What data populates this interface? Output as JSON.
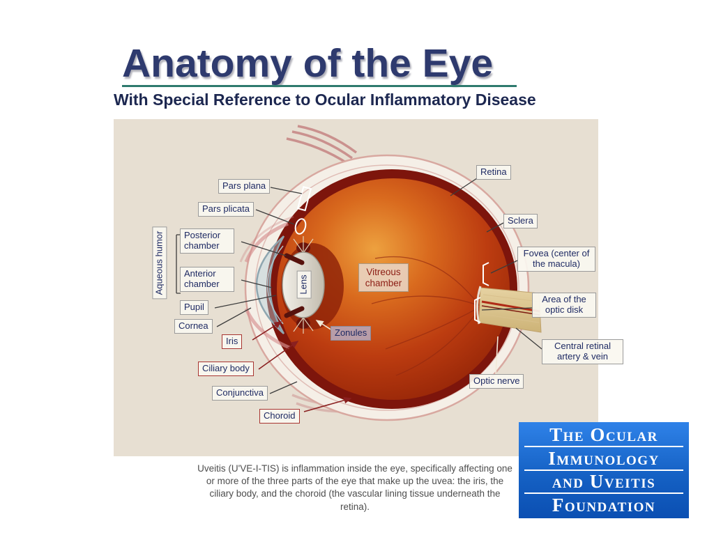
{
  "header": {
    "title": "Anatomy of the Eye",
    "subtitle": "With Special Reference to Ocular Inflammatory Disease"
  },
  "labels": {
    "pars_plana": "Pars plana",
    "pars_plicata": "Pars plicata",
    "posterior_chamber": "Posterior chamber",
    "anterior_chamber": "Anterior chamber",
    "aqueous_humor": "Aqueous humor",
    "pupil": "Pupil",
    "cornea": "Cornea",
    "iris": "Iris",
    "ciliary_body": "Ciliary body",
    "conjunctiva": "Conjunctiva",
    "choroid": "Choroid",
    "lens": "Lens",
    "vitreous_chamber": "Vitreous chamber",
    "zonules": "Zonules",
    "retina": "Retina",
    "sclera": "Sclera",
    "fovea": "Fovea (center of the macula)",
    "optic_disk": "Area of the optic disk",
    "central_retinal": "Central retinal artery & vein",
    "optic_nerve": "Optic nerve"
  },
  "caption": "Uveitis (U'VE-I-TIS) is inflammation inside the eye, specifically affecting one or more of the three parts of the eye that make up the uvea: the iris, the ciliary body, and the choroid (the vascular lining tissue underneath the retina).",
  "logo": {
    "lines": [
      "The Ocular",
      "Immunology",
      "and Uveitis",
      "Foundation"
    ]
  },
  "colors": {
    "title_navy": "#2e3a6e",
    "underline_teal": "#2e7a6e",
    "panel_beige": "#e7dfd2",
    "label_navy": "#1e2a63",
    "highlight_red": "#a83430",
    "vitreous_text_red": "#8c1d14",
    "logo_blue": "#0b4fb2"
  }
}
